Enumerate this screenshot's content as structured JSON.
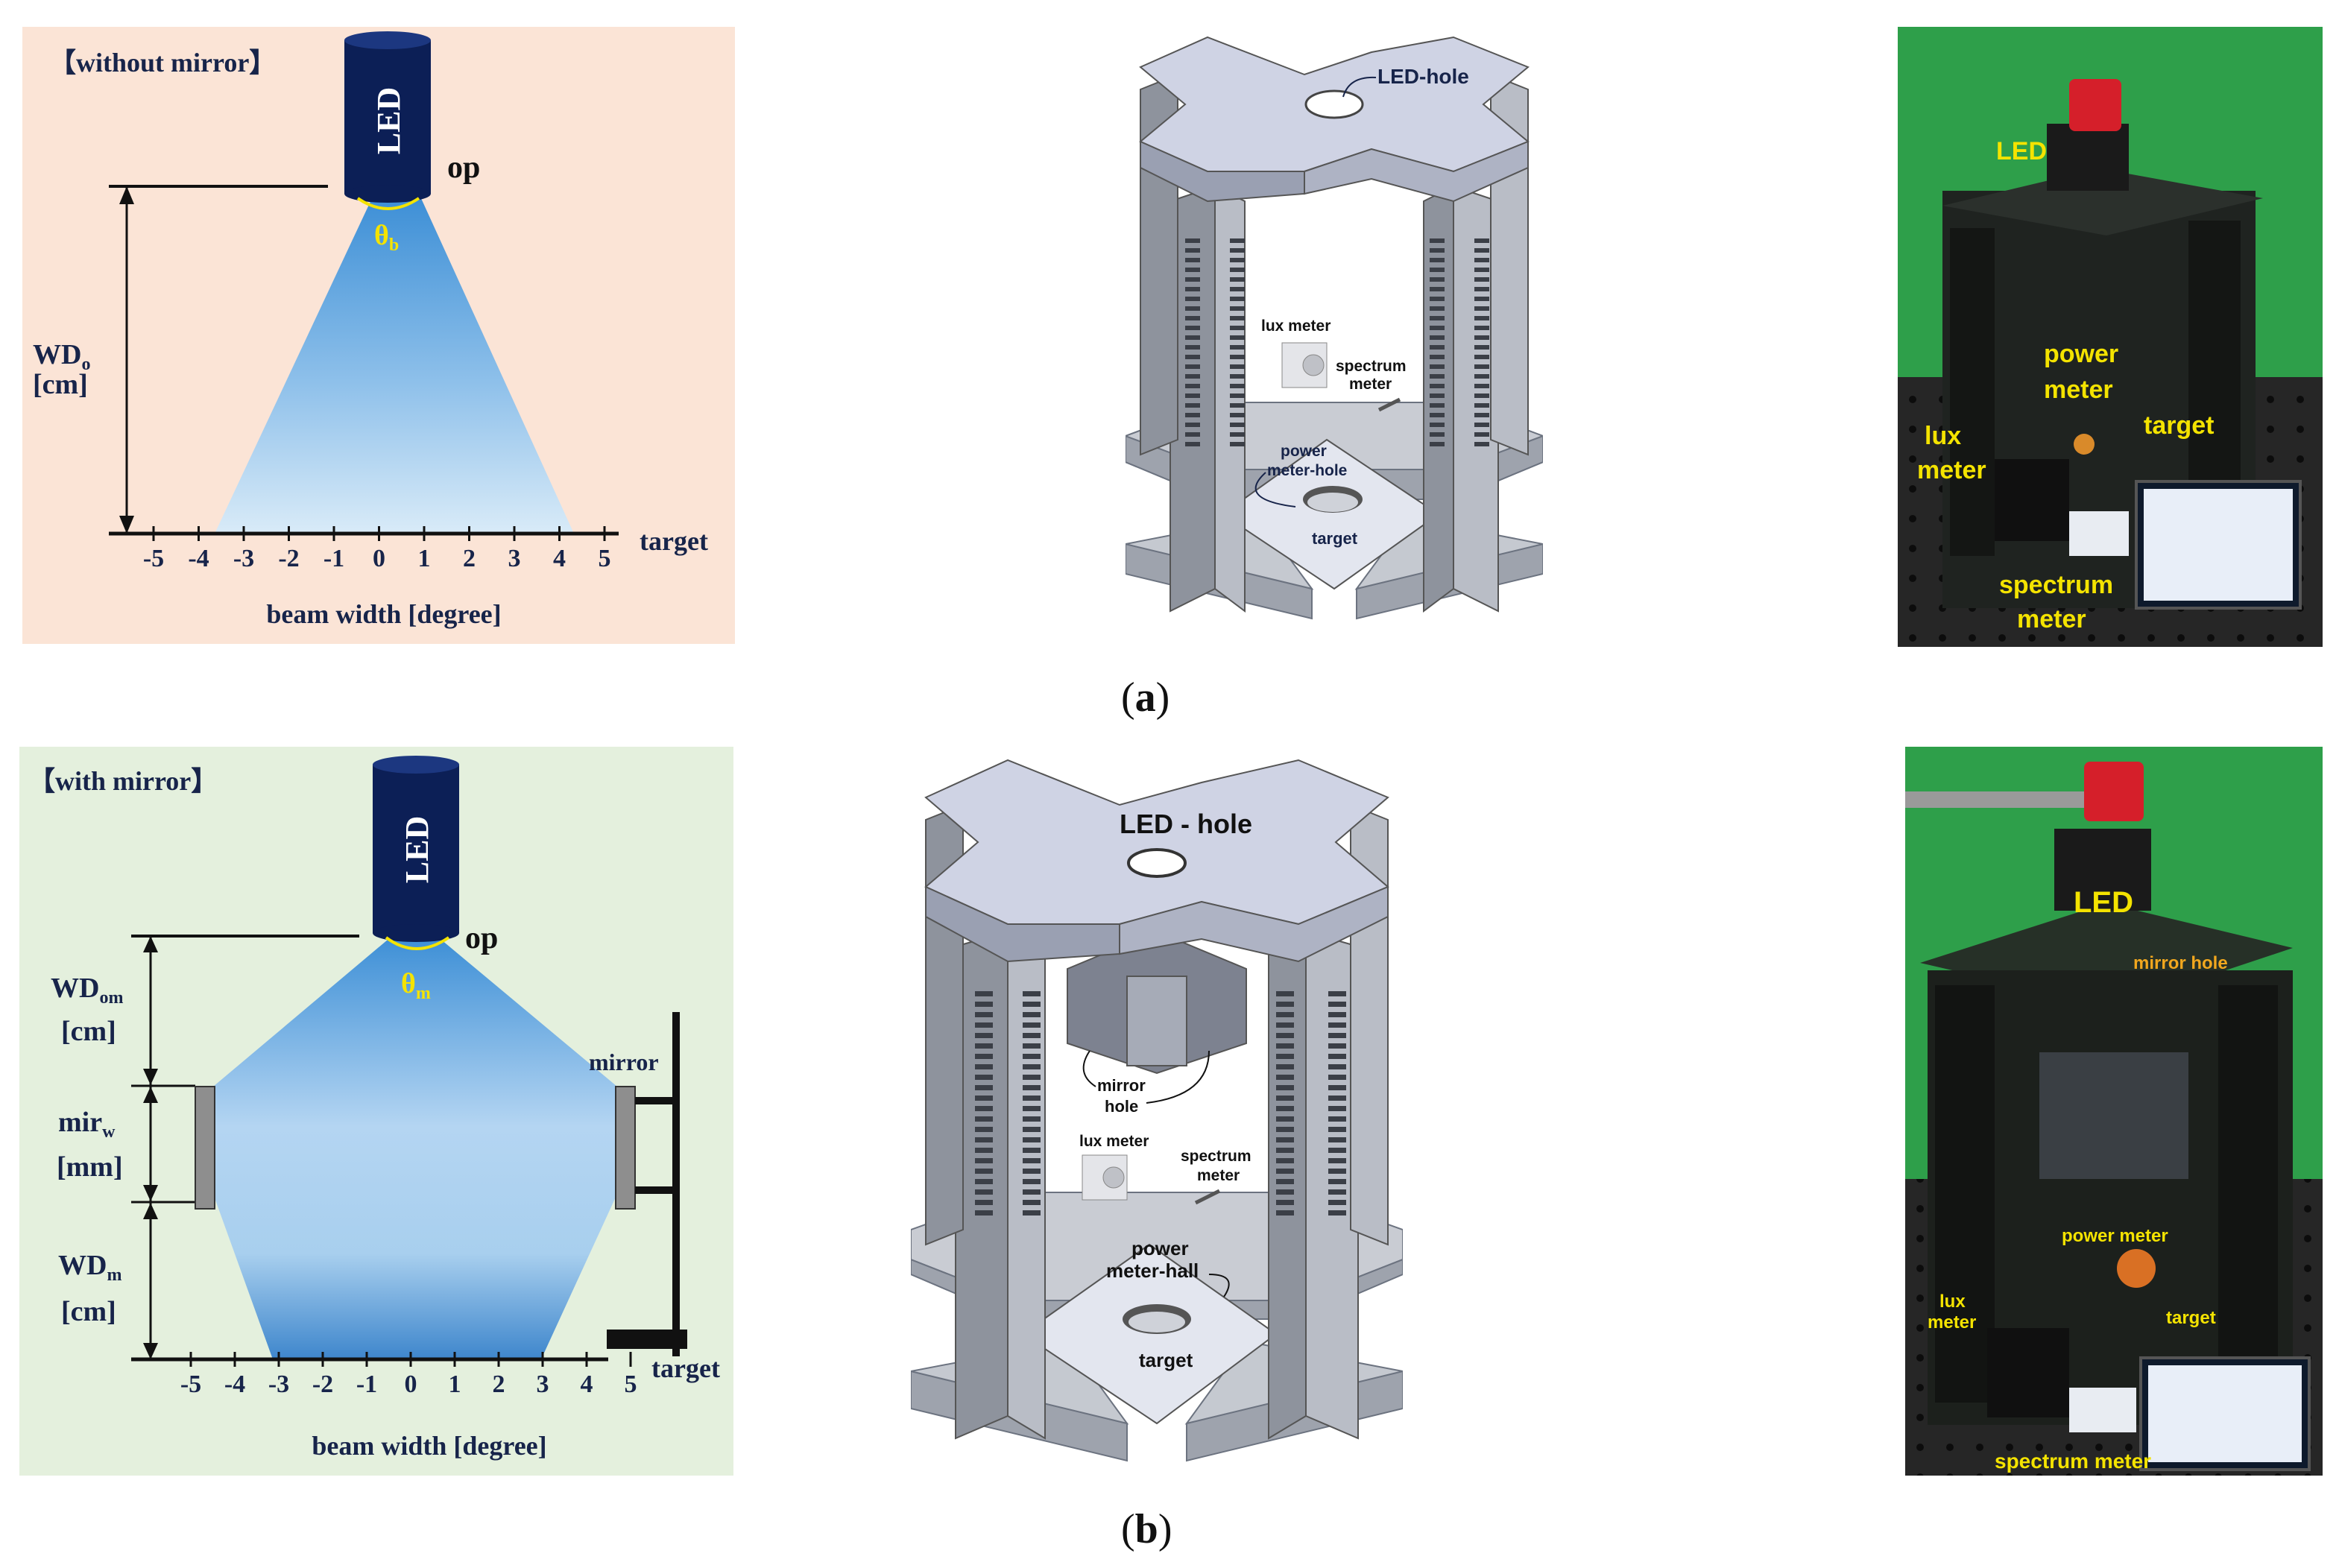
{
  "panel_a": {
    "schematic": {
      "tag": "【without mirror】",
      "led": "LED",
      "op": "op",
      "theta": "θ",
      "theta_sub": "b",
      "wd": "WD",
      "wd_sub": "o",
      "wd_unit": "[cm]",
      "target": "target",
      "xlabel": "beam width [degree]",
      "ticks": [
        "-5",
        "-4",
        "-3",
        "-2",
        "-1",
        "0",
        "1",
        "2",
        "3",
        "4",
        "5"
      ]
    },
    "cad": {
      "led_hole": "LED-hole",
      "lux_meter": "lux meter",
      "spectrum_meter_1": "spectrum",
      "spectrum_meter_2": "meter",
      "power_1": "power",
      "power_2": "meter-hole",
      "target": "target"
    },
    "photo": {
      "led": "LED",
      "power_1": "power",
      "power_2": "meter",
      "lux_1": "lux",
      "lux_2": "meter",
      "target": "target",
      "spectrum_1": "spectrum",
      "spectrum_2": "meter"
    },
    "caption": "a"
  },
  "panel_b": {
    "schematic": {
      "tag": "【with mirror】",
      "led": "LED",
      "op": "op",
      "theta": "θ",
      "theta_sub": "m",
      "wdom": "WD",
      "wdom_sub": "om",
      "wdom_unit": "[cm]",
      "mir": "mir",
      "mir_sub": "w",
      "mir_unit": "[mm]",
      "wdm": "WD",
      "wdm_sub": "m",
      "wdm_unit": "[cm]",
      "mirror": "mirror",
      "target": "target",
      "xlabel": "beam width [degree]",
      "ticks": [
        "-5",
        "-4",
        "-3",
        "-2",
        "-1",
        "0",
        "1",
        "2",
        "3",
        "4",
        "5"
      ]
    },
    "cad": {
      "led_hole": "LED - hole",
      "mirror_1": "mirror",
      "mirror_2": "hole",
      "lux_meter": "lux meter",
      "spectrum_1": "spectrum",
      "spectrum_2": "meter",
      "power_1": "power",
      "power_2": "meter-hall",
      "target": "target"
    },
    "photo": {
      "led": "LED",
      "mirror_hole": "mirror hole",
      "power_meter": "power meter",
      "lux_1": "lux",
      "lux_2": "meter",
      "target": "target",
      "spectrum_meter": "spectrum meter"
    },
    "caption": "b"
  }
}
